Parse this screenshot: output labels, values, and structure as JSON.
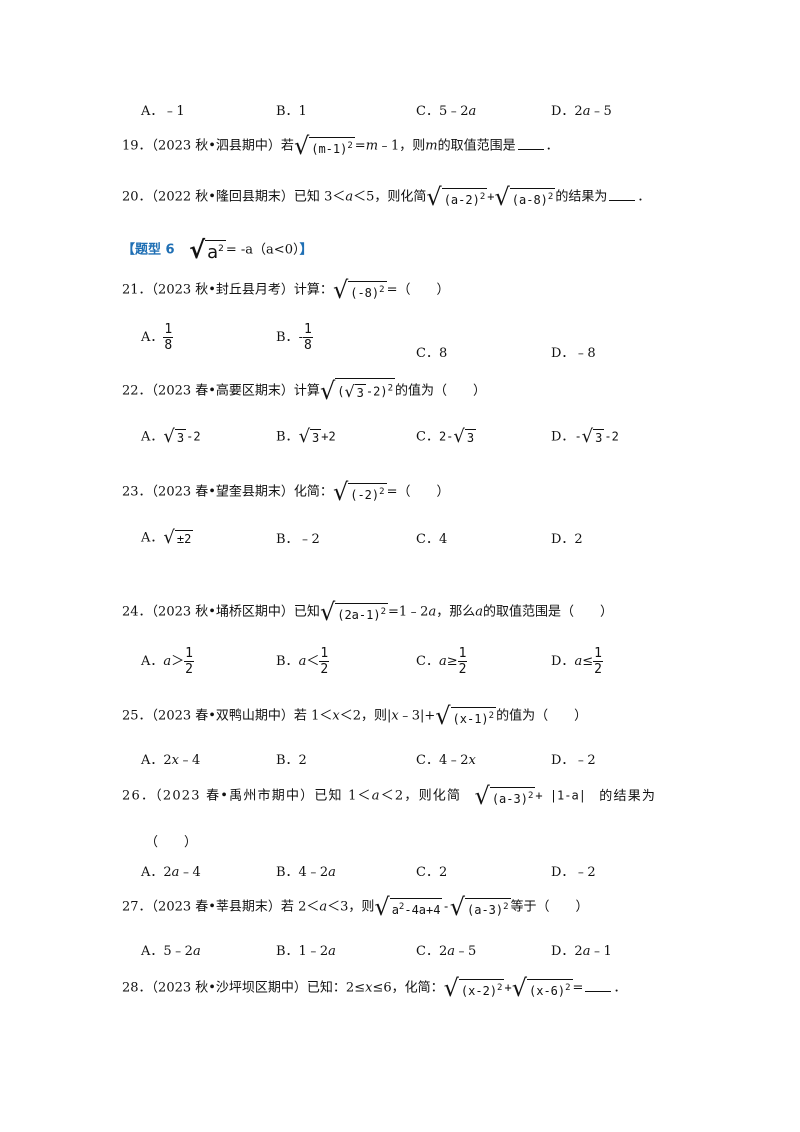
{
  "q18_options": [
    "A．﹣1",
    "B．1",
    "C．5﹣2",
    "D．2"
  ],
  "q18": {
    "c_var": "a",
    "d_var": "a",
    "d_rest": "﹣5"
  },
  "q19": {
    "num": "19．",
    "source": "（2023 秋•泗县期中）若",
    "radicand": "(m-1)",
    "exp": "2",
    "eq": "=",
    "rhs_var": "m",
    "rhs_rest": "﹣1，则",
    "var": "m",
    "tail": "的取值范围是",
    "end": "．"
  },
  "q20": {
    "num": "20．",
    "source": "（2022 秋•隆回县期末）已知 3＜",
    "var": "a",
    "cond": "＜5，则化简",
    "r1": "(a-2)",
    "r2": "(a-8)",
    "exp": "2",
    "plus": "+",
    "tail": "的结果为",
    "end": "．"
  },
  "heading6": {
    "open": "【题型 6",
    "radicand": "a",
    "exp": "2",
    "rhs": "= -a（a<0）",
    "close": "】"
  },
  "q21": {
    "num": "21．",
    "source": "（2023 秋•封丘县月考）计算：",
    "radicand": "(-8)",
    "exp": "2",
    "tail": "=（　　）",
    "a_label": "A．",
    "a_num": "1",
    "a_den": "8",
    "b_label": "B．",
    "b_sign": "-",
    "b_num": "1",
    "b_den": "8",
    "c": "C．8",
    "d": "D．﹣8"
  },
  "q22": {
    "num": "22．",
    "source": "（2023 春•高要区期末）计算",
    "inner": "3",
    "after": "-2)",
    "before": "(",
    "exp": "2",
    "tail": "的值为（　　）",
    "a_label": "A．",
    "a_r": "3",
    "a_rest": "-2",
    "b_label": "B．",
    "b_r": "3",
    "b_rest": "+2",
    "c_label": "C．",
    "c_pre": "2-",
    "c_r": "3",
    "d_label": "D．",
    "d_pre": "-",
    "d_r": "3",
    "d_rest": "-2"
  },
  "q23": {
    "num": "23．",
    "source": "（2023 春•望奎县期末）化简：",
    "radicand": "(-2)",
    "exp": "2",
    "tail": "=（　　）",
    "a_label": "A．",
    "a_r": "±2",
    "b": "B．﹣2",
    "c": "C．4",
    "d": "D．2"
  },
  "q24": {
    "num": "24．",
    "source": "（2023 秋•埇桥区期中）已知",
    "radicand": "(2a-1)",
    "exp": "2",
    "eq": "=1﹣2",
    "var": "a",
    "mid": "，那么",
    "var2": "a",
    "tail": "的取值范围是（　　）",
    "opts": [
      {
        "label": "A．",
        "var": "a",
        "op": "＞"
      },
      {
        "label": "B．",
        "var": "a",
        "op": "＜"
      },
      {
        "label": "C．",
        "var": "a",
        "op": "≥"
      },
      {
        "label": "D．",
        "var": "a",
        "op": "≤"
      }
    ],
    "num_frac": "1",
    "den_frac": "2"
  },
  "q25": {
    "num": "25．",
    "source": "（2023 春•双鸭山期中）若 1＜",
    "var": "x",
    "cond": "＜2，则|",
    "var2": "x",
    "abs_rest": "﹣3|+",
    "radicand": "(x-1)",
    "exp": "2",
    "tail": "的值为（　　）",
    "a_label": "A．2",
    "a_var": "x",
    "a_rest": "﹣4",
    "b": "B．2",
    "c_label": "C．4﹣2",
    "c_var": "x",
    "d": "D．﹣2"
  },
  "q26": {
    "num": "26．",
    "source": "（2023 春•禹州市期中）已知 1＜",
    "var": "a",
    "cond": "＜2，则化简",
    "radicand": "(a-3)",
    "exp": "2",
    "abs": "+ |1-a|",
    "tail": "的结果为",
    "paren": "（　　）",
    "a_label": "A．2",
    "a_var": "a",
    "a_rest": "﹣4",
    "b_label": "B．4﹣2",
    "b_var": "a",
    "c": "C．2",
    "d": "D．﹣2"
  },
  "q27": {
    "num": "27．",
    "source": "（2023 春•莘县期末）若 2＜",
    "var": "a",
    "cond": "＜3，则",
    "r1a": "a",
    "r1exp": "2",
    "r1b": "-4a+4",
    "minus": "-",
    "r2": "(a-3)",
    "exp": "2",
    "tail": "等于（　　）",
    "a_label": "A．5﹣2",
    "a_var": "a",
    "b_label": "B．1﹣2",
    "b_var": "a",
    "c_label": "C．2",
    "c_var": "a",
    "c_rest": "﹣5",
    "d_label": "D．2",
    "d_var": "a",
    "d_rest": "﹣1"
  },
  "q28": {
    "num": "28．",
    "source": "（2023 秋•沙坪坝区期中）已知：2≤",
    "var": "x",
    "cond": "≤6，化简：",
    "r1": "(x-2)",
    "r2": "(x-6)",
    "exp": "2",
    "plus": "+",
    "eq": "=",
    "end": "．"
  },
  "colors": {
    "heading": "#1f6fb4",
    "text": "#111111"
  }
}
